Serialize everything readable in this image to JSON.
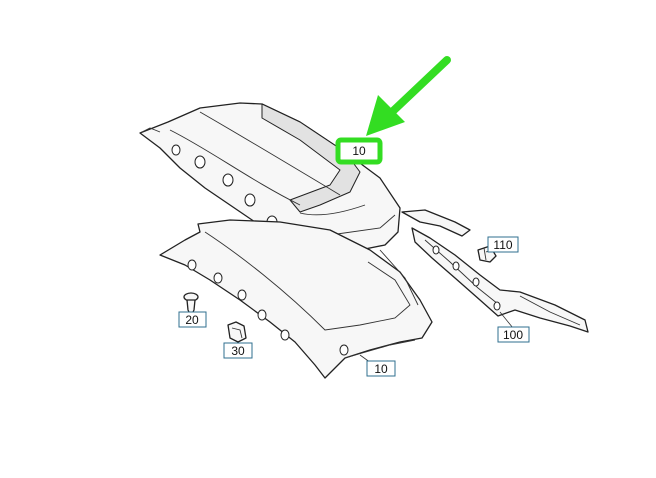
{
  "callouts": {
    "top_part": "10",
    "lower_trim": "10",
    "clip_20": "20",
    "clip_30": "30",
    "side_trim": "100",
    "small_clip": "110"
  },
  "colors": {
    "highlight": "#33dd22",
    "callout_border": "#2f6f8f",
    "line": "#222222"
  },
  "icons": {
    "pointer": "arrow-icon"
  }
}
